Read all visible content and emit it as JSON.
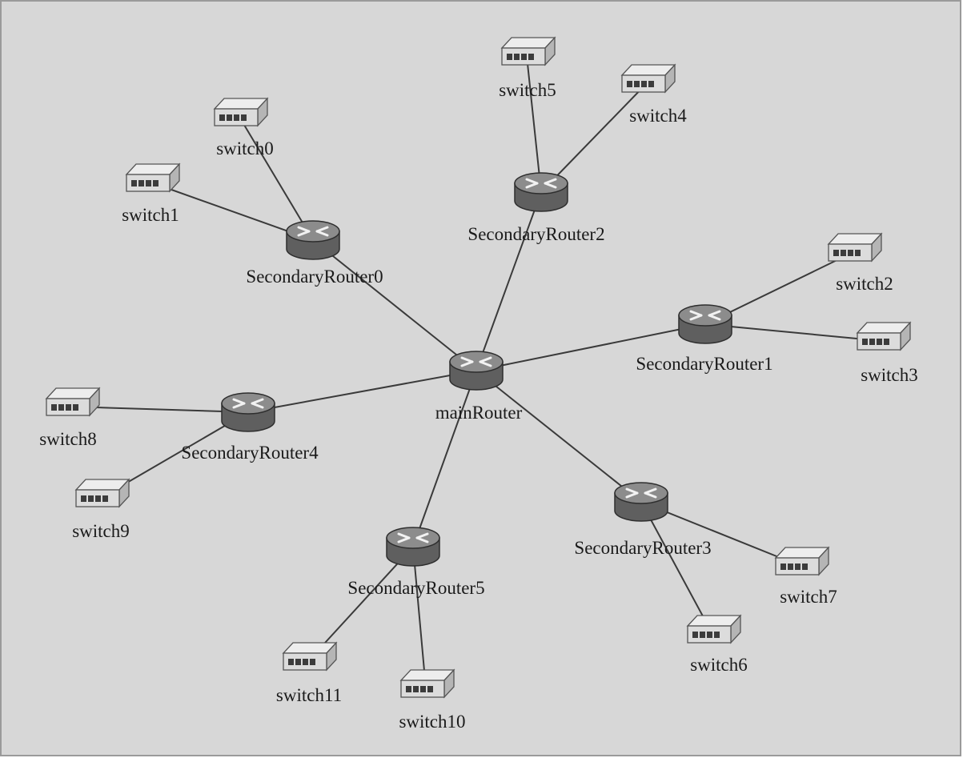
{
  "colors": {
    "background": "#d7d7d7",
    "border": "#9a9a9a",
    "link": "#3a3a3a",
    "router_body": "#5f5f5f",
    "router_top": "#8c8c8c",
    "switch_body": "#dcdcdc"
  },
  "nodes": {
    "main": {
      "label": "mainRouter",
      "type": "router",
      "icon": "router-icon"
    },
    "r0": {
      "label": "SecondaryRouter0",
      "type": "router",
      "icon": "router-icon"
    },
    "r1": {
      "label": "SecondaryRouter1",
      "type": "router",
      "icon": "router-icon"
    },
    "r2": {
      "label": "SecondaryRouter2",
      "type": "router",
      "icon": "router-icon"
    },
    "r3": {
      "label": "SecondaryRouter3",
      "type": "router",
      "icon": "router-icon"
    },
    "r4": {
      "label": "SecondaryRouter4",
      "type": "router",
      "icon": "router-icon"
    },
    "r5": {
      "label": "SecondaryRouter5",
      "type": "router",
      "icon": "router-icon"
    },
    "s0": {
      "label": "switch0",
      "type": "switch",
      "icon": "switch-icon"
    },
    "s1": {
      "label": "switch1",
      "type": "switch",
      "icon": "switch-icon"
    },
    "s2": {
      "label": "switch2",
      "type": "switch",
      "icon": "switch-icon"
    },
    "s3": {
      "label": "switch3",
      "type": "switch",
      "icon": "switch-icon"
    },
    "s4": {
      "label": "switch4",
      "type": "switch",
      "icon": "switch-icon"
    },
    "s5": {
      "label": "switch5",
      "type": "switch",
      "icon": "switch-icon"
    },
    "s6": {
      "label": "switch6",
      "type": "switch",
      "icon": "switch-icon"
    },
    "s7": {
      "label": "switch7",
      "type": "switch",
      "icon": "switch-icon"
    },
    "s8": {
      "label": "switch8",
      "type": "switch",
      "icon": "switch-icon"
    },
    "s9": {
      "label": "switch9",
      "type": "switch",
      "icon": "switch-icon"
    },
    "s10": {
      "label": "switch10",
      "type": "switch",
      "icon": "switch-icon"
    },
    "s11": {
      "label": "switch11",
      "type": "switch",
      "icon": "switch-icon"
    }
  },
  "links": [
    [
      "main",
      "r0"
    ],
    [
      "main",
      "r1"
    ],
    [
      "main",
      "r2"
    ],
    [
      "main",
      "r3"
    ],
    [
      "main",
      "r4"
    ],
    [
      "main",
      "r5"
    ],
    [
      "r0",
      "s0"
    ],
    [
      "r0",
      "s1"
    ],
    [
      "r1",
      "s2"
    ],
    [
      "r1",
      "s3"
    ],
    [
      "r2",
      "s4"
    ],
    [
      "r2",
      "s5"
    ],
    [
      "r3",
      "s6"
    ],
    [
      "r3",
      "s7"
    ],
    [
      "r4",
      "s8"
    ],
    [
      "r4",
      "s9"
    ],
    [
      "r5",
      "s10"
    ],
    [
      "r5",
      "s11"
    ]
  ]
}
